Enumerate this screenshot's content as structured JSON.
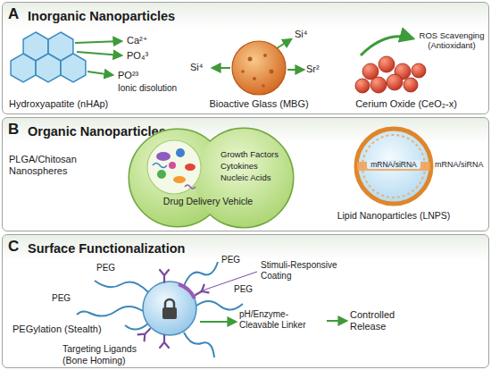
{
  "diagram": {
    "nodes": [
      {
        "text": [
          "A",
          "Inorganic Nanoparticles"
        ]
      },
      {
        "text": [
          "B",
          "Organic Nanoparticles"
        ]
      },
      {
        "text": [
          "Growth Factors",
          "Cytokines",
          "Nucleic Acids",
          "Drug Delivery Vehicle"
        ],
        "in": 1
      },
      {
        "text": [
          "mRNA/siRNA",
          "Lipid Nanoparticles (LNPS)"
        ],
        "in": 1
      },
      {
        "text": [
          "C",
          "Surface Functionalization"
        ]
      }
    ],
    "labels": [
      "Ca²⁺",
      "PO₄³",
      "PO²³",
      "Ionic disolution",
      "Hydroxyapatite (nHAp)",
      "Si⁴",
      "Si⁴",
      "Sr²",
      "Bioactive Glass (MBG)",
      "ROS Scavenging (Antioxidant)",
      "Cerium Oxide (CeO₂-x)",
      "PLGA/Chitosan Nanospheres",
      "mRNA/siRNA",
      "PEG",
      "PEG",
      "PEG",
      "PEG",
      "Stimuli-Responsive Coating",
      "PEGylation (Stealth)",
      "Targeting Ligands (Bone Homing)",
      "pH/Enzyme-Cleavable Linker",
      "Controlled Release"
    ]
  }
}
